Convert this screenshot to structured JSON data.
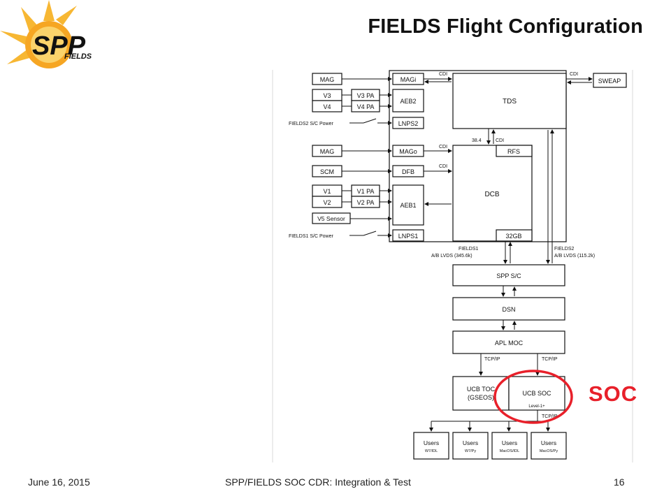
{
  "slide": {
    "title": "FIELDS Flight Configuration",
    "logo_text": "SPP",
    "logo_subtext": "FIELDS",
    "callout_label": "SOC"
  },
  "footer": {
    "date": "June 16, 2015",
    "center": "SPP/FIELDS SOC CDR: Integration & Test",
    "page": "16"
  },
  "diagram": {
    "sensors": {
      "mag_top": "MAG",
      "v3": "V3",
      "v4": "V4",
      "mag_mid": "MAG",
      "scm": "SCM",
      "v1": "V1",
      "v2": "V2",
      "v5": "V5 Sensor"
    },
    "power": {
      "fields2": "FIELDS2 S/C Power",
      "fields1": "FIELDS1 S/C Power"
    },
    "instrument": {
      "magi": "MAGi",
      "v3pa": "V3 PA",
      "v4pa": "V4 PA",
      "aeb2": "AEB2",
      "lnps2": "LNPS2",
      "tds": "TDS",
      "sweap": "SWEAP",
      "mago": "MAGo",
      "dfb": "DFB",
      "v1pa": "V1 PA",
      "v2pa": "V2 PA",
      "aeb1": "AEB1",
      "lnps1": "LNPS1",
      "rfs": "RFS",
      "dcb": "DCB",
      "mem": "32GB"
    },
    "links": {
      "cdi_1": "CDI",
      "cdi_2": "CDI",
      "cdi_3": "CDI",
      "cdi_4": "CDI",
      "cdi_5": "CDI",
      "rate_38": "38.4",
      "fields1_a": "FIELDS1",
      "fields1_b": "A/B LVDS (345.6k)",
      "fields2_a": "FIELDS2",
      "fields2_b": "A/B LVDS (115.2k)",
      "tcpip_1": "TCP/IP",
      "tcpip_2": "TCP/IP",
      "tcpip_3": "TCP/IP"
    },
    "ground": {
      "spp_sc": "SPP S/C",
      "dsn": "DSN",
      "apl_moc": "APL MOC",
      "ucb_toc_1": "UCB TOC",
      "ucb_toc_2": "(GSEOS)",
      "ucb_soc": "UCB SOC",
      "level": "Level-1+"
    },
    "users": [
      {
        "label": "Users",
        "sub": "W7/IDL"
      },
      {
        "label": "Users",
        "sub": "W7/Py"
      },
      {
        "label": "Users",
        "sub": "MacOS/IDL"
      },
      {
        "label": "Users",
        "sub": "MacOS/Py"
      }
    ]
  },
  "colors": {
    "callout": "#e8202a",
    "logo_sun": "#f5a623",
    "logo_blue": "#1f3a7a"
  }
}
